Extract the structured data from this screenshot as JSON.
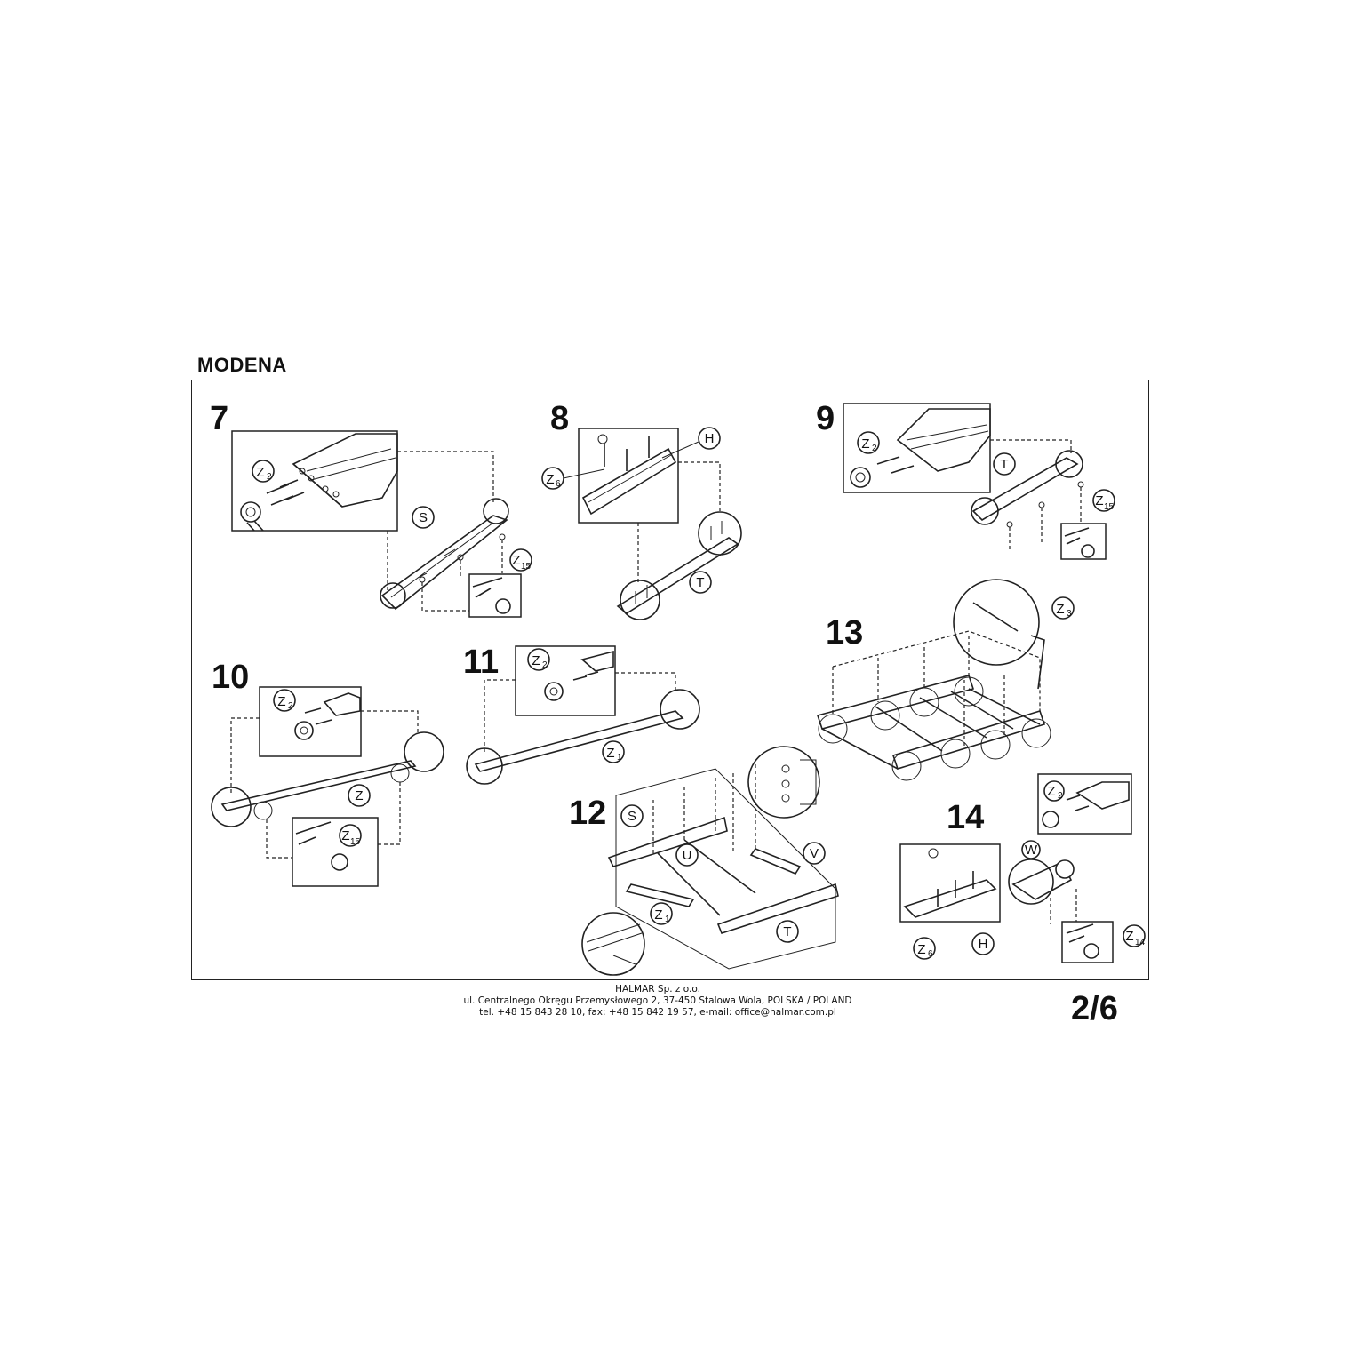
{
  "document": {
    "title": "MODENA",
    "page": "2/6",
    "steps": [
      "7",
      "8",
      "9",
      "10",
      "11",
      "12",
      "13",
      "14"
    ],
    "footer": {
      "company": "HALMAR Sp. z o.o.",
      "address": "ul. Centralnego Okręgu Przemysłowego 2, 37-450 Stalowa Wola, POLSKA / POLAND",
      "contact": "tel. +48 15 843 28 10, fax: +48 15 842 19 57, e-mail: office@halmar.com.pl"
    }
  },
  "labels": {
    "s": "S",
    "t": "T",
    "h": "H",
    "z": "Z",
    "u": "U",
    "v": "V",
    "w": "W",
    "z_letter": "Z",
    "sub1": "1",
    "sub2": "2",
    "sub3": "3",
    "sub6": "6",
    "sub14": "14",
    "sub15": "15"
  }
}
